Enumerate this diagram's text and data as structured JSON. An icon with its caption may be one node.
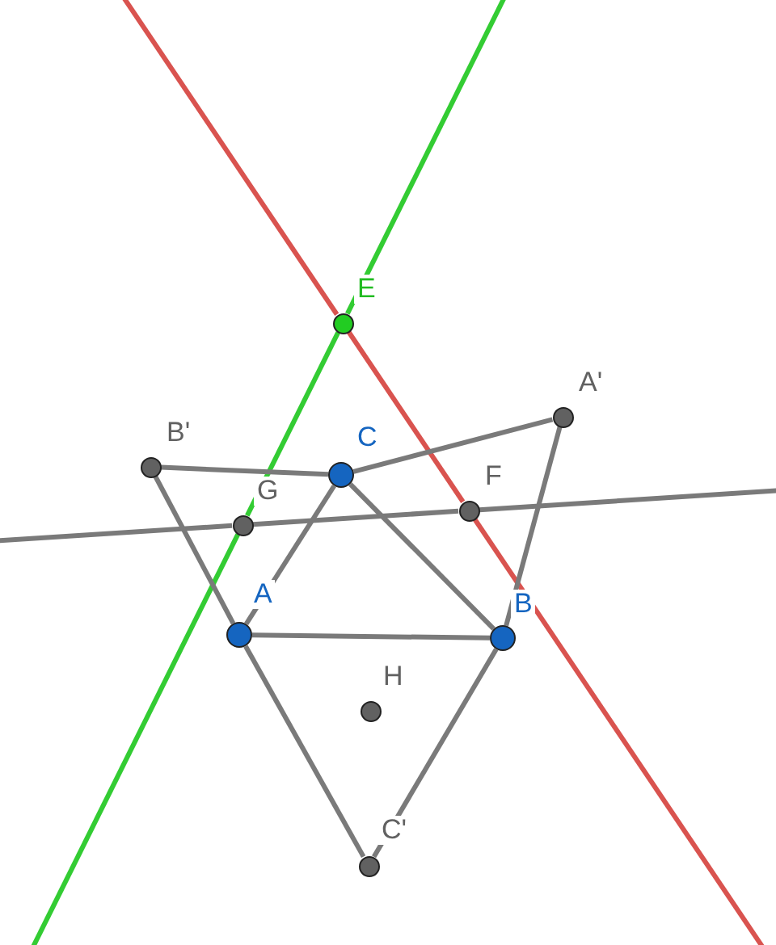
{
  "diagram": {
    "nodes": [
      {
        "text": [
          "E"
        ]
      },
      {
        "text": [
          "A'"
        ]
      },
      {
        "text": [
          "B'"
        ]
      },
      {
        "text": [
          "C"
        ]
      },
      {
        "text": [
          "G"
        ]
      },
      {
        "text": [
          "F"
        ]
      },
      {
        "text": [
          "A"
        ]
      },
      {
        "text": [
          "B"
        ]
      },
      {
        "text": [
          "H"
        ]
      },
      {
        "text": [
          "C'"
        ]
      }
    ],
    "edges": [
      {
        "from": 4,
        "to": 0,
        "arrow": "none",
        "color": "#33cc33"
      },
      {
        "from": 0,
        "to": 5,
        "arrow": "none",
        "color": "#d9534f"
      },
      {
        "from": 4,
        "to": 5,
        "arrow": "none"
      },
      {
        "from": 2,
        "to": 3,
        "arrow": "none"
      },
      {
        "from": 3,
        "to": 1,
        "arrow": "none"
      },
      {
        "from": 1,
        "to": 7,
        "arrow": "none"
      },
      {
        "from": 2,
        "to": 6,
        "arrow": "none"
      },
      {
        "from": 6,
        "to": 3,
        "arrow": "none"
      },
      {
        "from": 3,
        "to": 7,
        "arrow": "none"
      },
      {
        "from": 6,
        "to": 7,
        "arrow": "none"
      },
      {
        "from": 6,
        "to": 9,
        "arrow": "none"
      },
      {
        "from": 7,
        "to": 9,
        "arrow": "none"
      }
    ]
  }
}
